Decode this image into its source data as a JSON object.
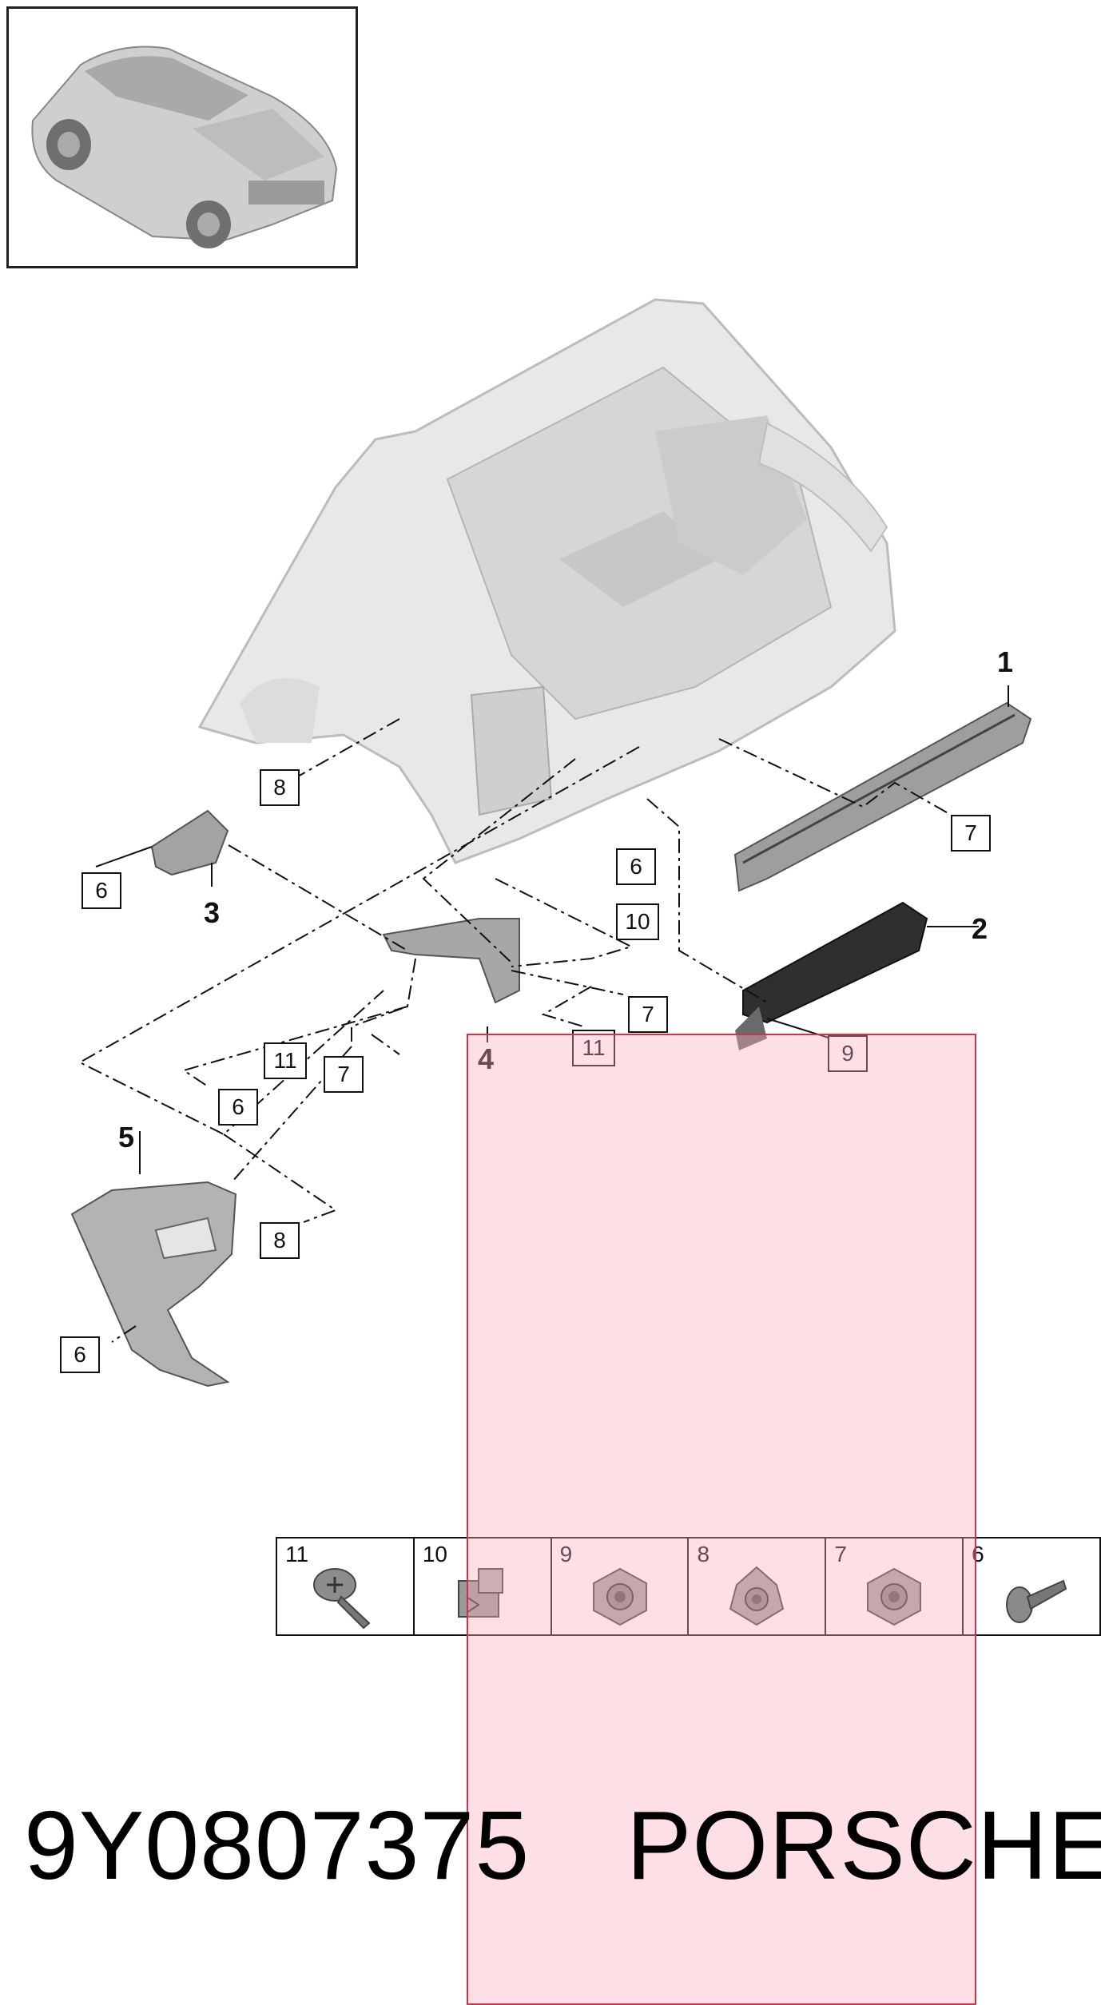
{
  "thumbnail": {
    "icon": "car-thumbnail-icon"
  },
  "diagram": {
    "part_numbers": {
      "p1": "1",
      "p2": "2",
      "p3": "3",
      "p4": "4",
      "p5": "5"
    },
    "callouts": {
      "c8_top": "8",
      "c6_left": "6",
      "c7_right": "7",
      "c6_mid": "6",
      "c10_mid": "10",
      "c7_mid": "7",
      "c11_mid": "11",
      "c9_right": "9",
      "c11_left": "11",
      "c7_left": "7",
      "c6_low": "6",
      "c8_low": "8",
      "c6_bottom": "6"
    }
  },
  "parts_table": {
    "cells": [
      {
        "num": "11",
        "icon": "screw-icon"
      },
      {
        "num": "10",
        "icon": "clip-nut-icon"
      },
      {
        "num": "9",
        "icon": "flange-nut-icon"
      },
      {
        "num": "8",
        "icon": "cone-nut-icon"
      },
      {
        "num": "7",
        "icon": "flange-nut-icon"
      },
      {
        "num": "6",
        "icon": "bolt-icon"
      }
    ]
  },
  "footer": {
    "part_code": "9Y0807375",
    "brand": "PORSCHE"
  },
  "colors": {
    "highlight": "#ffaabe",
    "line": "#111111",
    "body_gray": "#d9d9d9"
  }
}
